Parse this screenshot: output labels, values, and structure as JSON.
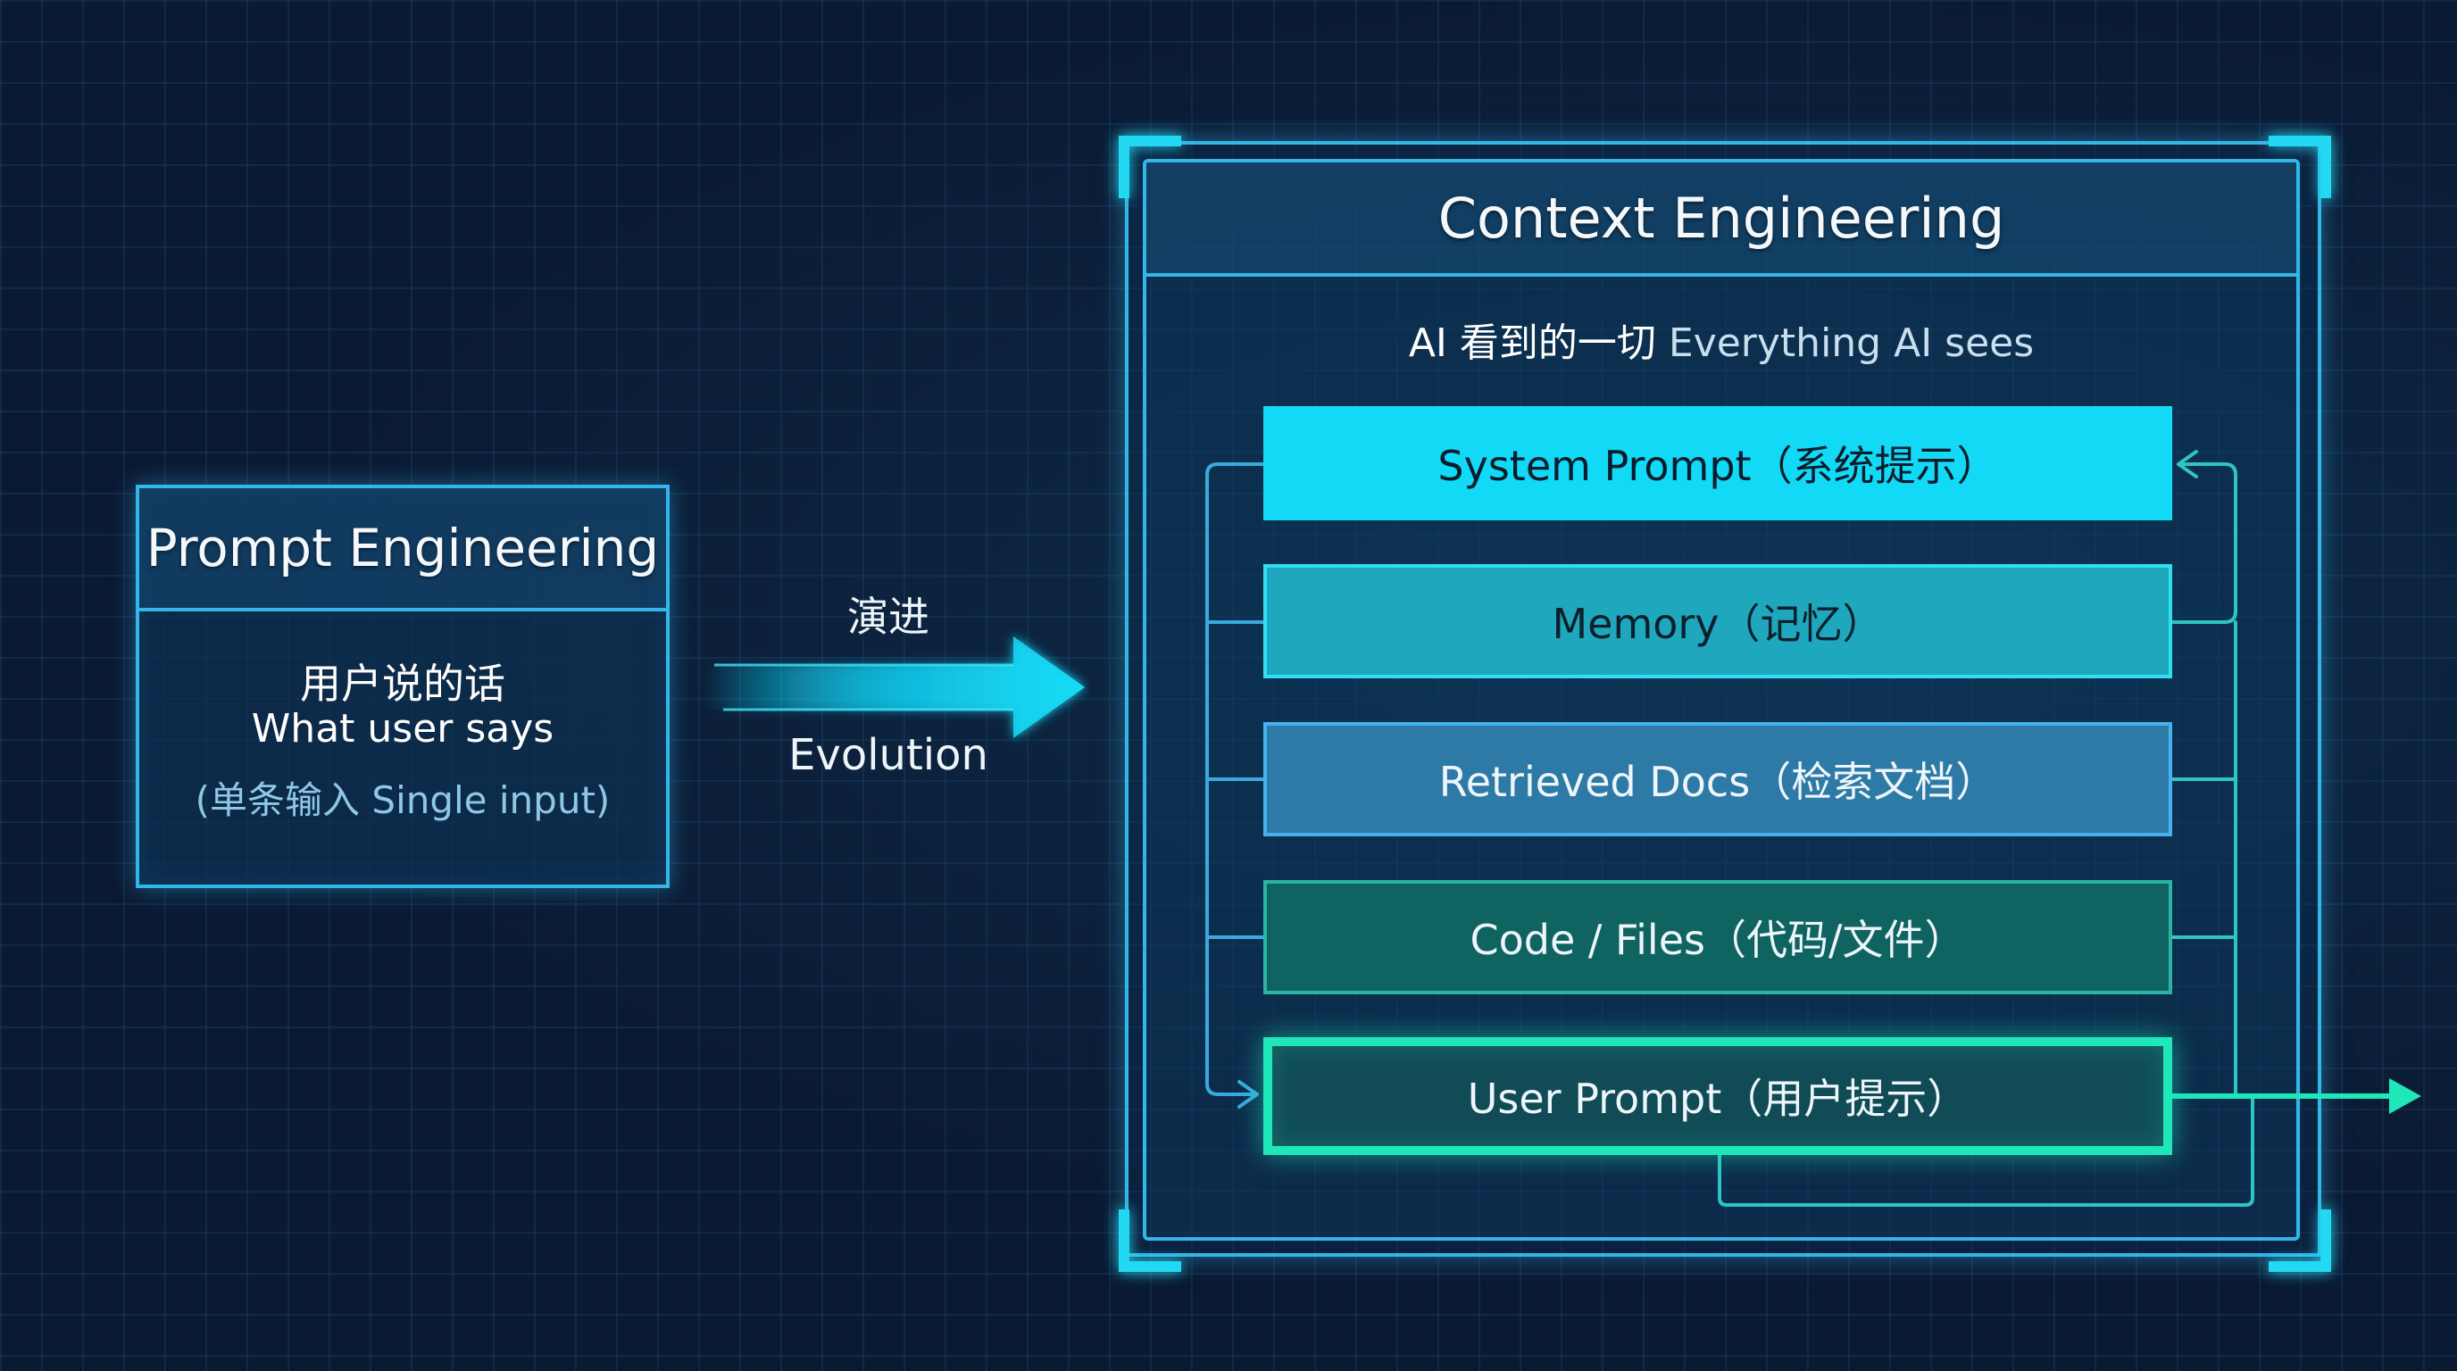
{
  "prompt_engineering": {
    "title": "Prompt Engineering",
    "line_cn": "用户说的话",
    "line_en": "What user says",
    "note": "(单条输入 Single input)"
  },
  "evolution": {
    "label_cn": "演进",
    "label_en": "Evolution"
  },
  "context_engineering": {
    "title": "Context Engineering",
    "subtitle_cn": "AI 看到的一切",
    "subtitle_en": "Everything AI sees",
    "layers": [
      {
        "label": "System Prompt（系统提示）",
        "color": "#12d9f5"
      },
      {
        "label": "Memory（记忆）",
        "color": "#1fa7bd"
      },
      {
        "label": "Retrieved Docs（检索文档）",
        "color": "#2e7aa6"
      },
      {
        "label": "Code / Files（代码/文件）",
        "color": "#0f6461"
      },
      {
        "label": "User Prompt（用户提示）",
        "color": "#1ee8b9"
      }
    ]
  },
  "colors": {
    "background": "#0b1a33",
    "frame": "#33b6e8",
    "accent_cyan": "#12d9f5",
    "accent_green": "#1ee8b9"
  }
}
